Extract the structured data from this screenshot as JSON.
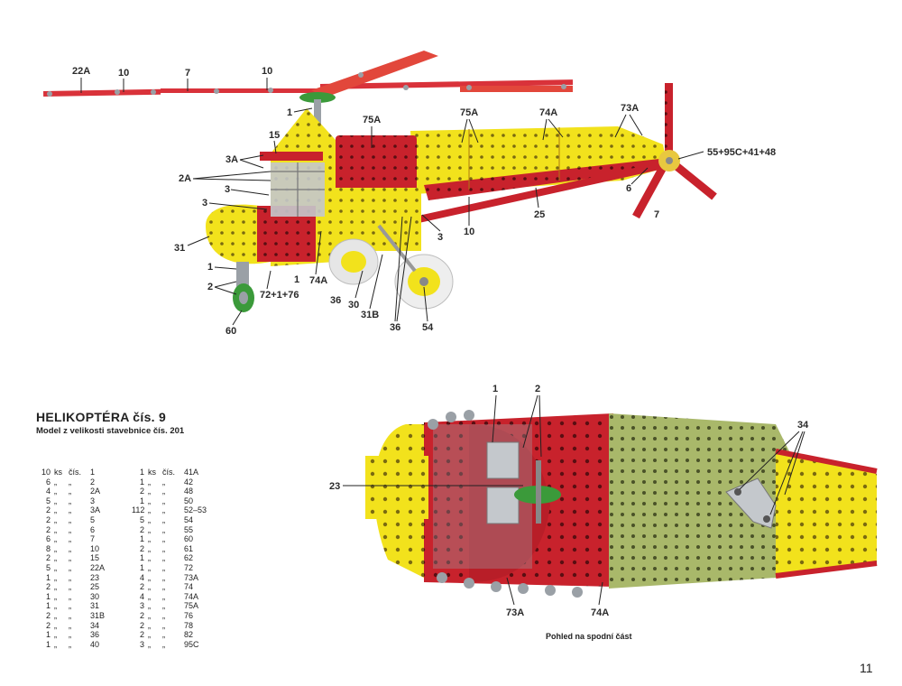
{
  "title": "HELIKOPTÉRA čís. 9",
  "subtitle": "Model z velikosti stavebnice čís. 201",
  "unit_ks": "ks",
  "unit_cis": "čís.",
  "ditto": "„",
  "parts_left": [
    {
      "qty": "10",
      "num": "1"
    },
    {
      "qty": "6",
      "num": "2"
    },
    {
      "qty": "4",
      "num": "2A"
    },
    {
      "qty": "5",
      "num": "3"
    },
    {
      "qty": "2",
      "num": "3A"
    },
    {
      "qty": "2",
      "num": "5"
    },
    {
      "qty": "2",
      "num": "6"
    },
    {
      "qty": "6",
      "num": "7"
    },
    {
      "qty": "8",
      "num": "10"
    },
    {
      "qty": "2",
      "num": "15"
    },
    {
      "qty": "5",
      "num": "22A"
    },
    {
      "qty": "1",
      "num": "23"
    },
    {
      "qty": "2",
      "num": "25"
    },
    {
      "qty": "1",
      "num": "30"
    },
    {
      "qty": "1",
      "num": "31"
    },
    {
      "qty": "2",
      "num": "31B"
    },
    {
      "qty": "2",
      "num": "34"
    },
    {
      "qty": "1",
      "num": "36"
    },
    {
      "qty": "1",
      "num": "40"
    }
  ],
  "parts_right": [
    {
      "qty": "1",
      "num": "41A"
    },
    {
      "qty": "1",
      "num": "42"
    },
    {
      "qty": "2",
      "num": "48"
    },
    {
      "qty": "1",
      "num": "50"
    },
    {
      "qty": "112",
      "num": "52–53"
    },
    {
      "qty": "5",
      "num": "54"
    },
    {
      "qty": "2",
      "num": "55"
    },
    {
      "qty": "1",
      "num": "60"
    },
    {
      "qty": "2",
      "num": "61"
    },
    {
      "qty": "1",
      "num": "62"
    },
    {
      "qty": "1",
      "num": "72"
    },
    {
      "qty": "4",
      "num": "73A"
    },
    {
      "qty": "2",
      "num": "74"
    },
    {
      "qty": "4",
      "num": "74A"
    },
    {
      "qty": "3",
      "num": "75A"
    },
    {
      "qty": "2",
      "num": "76"
    },
    {
      "qty": "2",
      "num": "78"
    },
    {
      "qty": "2",
      "num": "82"
    },
    {
      "qty": "3",
      "num": "95C"
    }
  ],
  "top_labels": {
    "l22A": "22A",
    "l10a": "10",
    "l7a": "7",
    "l10b": "10",
    "l1top": "1",
    "l75Aa": "75A",
    "l75Ab": "75A",
    "l74Aa": "74A",
    "l73A": "73A",
    "l15": "15",
    "l3Aa": "3A",
    "l2A": "2A",
    "l3a": "3",
    "l3b": "3",
    "l55": "55+95C+41+48",
    "l6": "6",
    "l7b": "7",
    "l25": "25",
    "l10c": "10",
    "l3c": "3",
    "l31": "31",
    "l1a": "1",
    "l2": "2",
    "l1b": "1",
    "l74Ab": "74A",
    "l72": "72+1+76",
    "l36a": "36",
    "l30": "30",
    "l31B": "31B",
    "l36b": "36",
    "l54": "54",
    "l60": "60"
  },
  "bottom_labels": {
    "b1": "1",
    "b2": "2",
    "b34": "34",
    "b23": "23",
    "b73A": "73A",
    "b74A": "74A"
  },
  "caption": "Pohled na spodní část",
  "page_number": "11"
}
